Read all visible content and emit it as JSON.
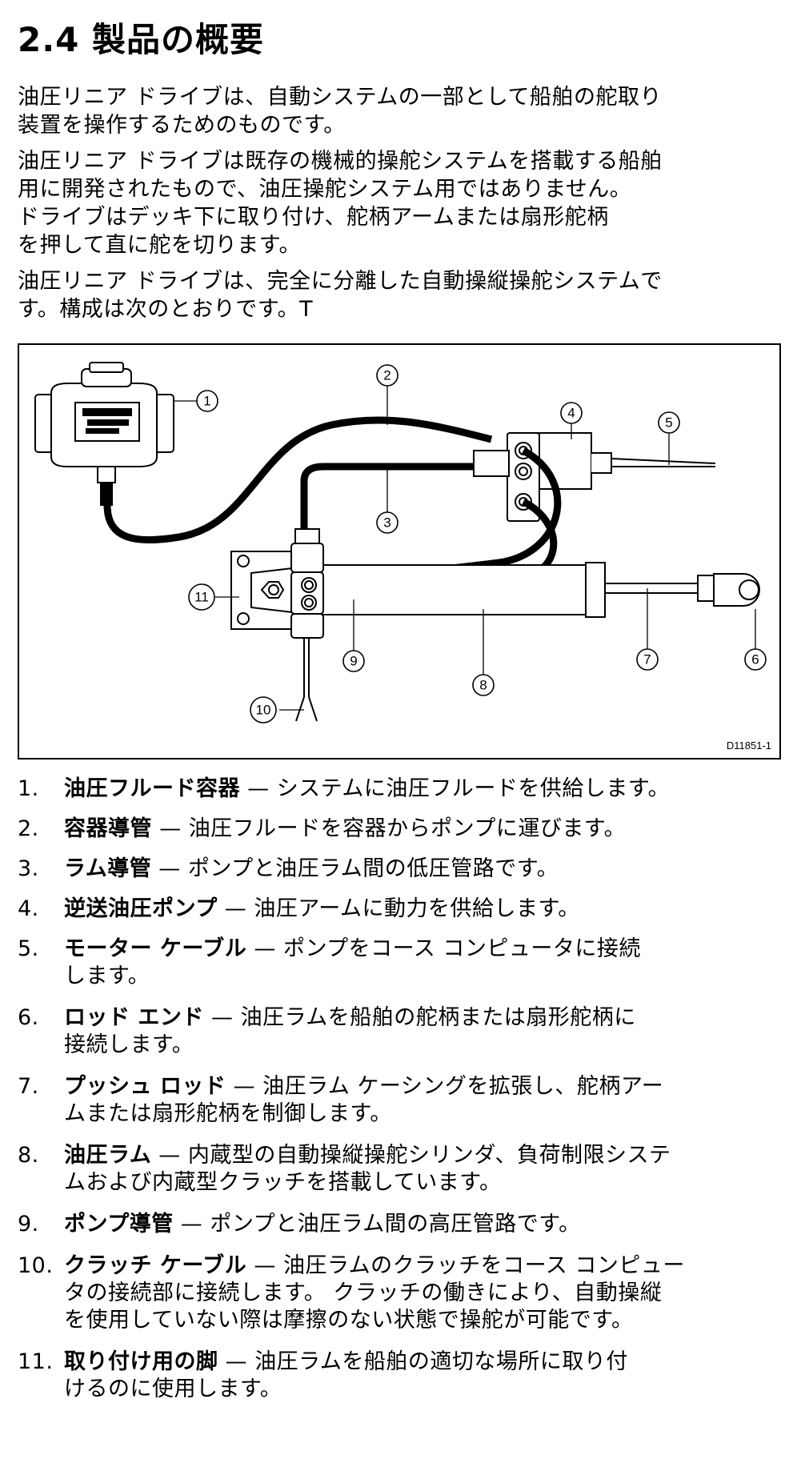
{
  "header": {
    "title": "2.4 製品の概要"
  },
  "intro": {
    "p1": "油圧リニア ドライブは、自動システムの一部として船舶の舵取り\n装置を操作するためのものです。",
    "p2": "油圧リニア ドライブは既存の機械的操舵システムを搭載する船舶\n用に開発されたもので、油圧操舵システム用ではありません。\nドライブはデッキ下に取り付け、舵柄アームまたは扇形舵柄\nを押して直に舵を切ります。",
    "p3": "油圧リニア ドライブは、完全に分離した自動操縦操舵システムで\nす。構成は次のとおりです。T"
  },
  "figure": {
    "code": "D11851-1",
    "callouts": [
      "1",
      "2",
      "3",
      "4",
      "5",
      "6",
      "7",
      "8",
      "9",
      "10",
      "11"
    ]
  },
  "items": [
    {
      "num": "1.",
      "term": "油圧フルード容器",
      "desc": "システムに油圧フルードを供給します。"
    },
    {
      "num": "2.",
      "term": "容器導管",
      "desc": "油圧フルードを容器からポンプに運びます。"
    },
    {
      "num": "3.",
      "term": "ラム導管",
      "desc": "ポンプと油圧ラム間の低圧管路です。"
    },
    {
      "num": "4.",
      "term": "逆送油圧ポンプ",
      "desc": "油圧アームに動力を供給します。"
    },
    {
      "num": "5.",
      "term": "モーター ケーブル",
      "desc": "ポンプをコース コンピュータに接続\nします。"
    },
    {
      "num": "6.",
      "term": "ロッド エンド",
      "desc": "油圧ラムを船舶の舵柄または扇形舵柄に\n接続します。"
    },
    {
      "num": "7.",
      "term": "プッシュ ロッド",
      "desc": "油圧ラム ケーシングを拡張し、舵柄アー\nムまたは扇形舵柄を制御します。"
    },
    {
      "num": "8.",
      "term": "油圧ラム",
      "desc": "内蔵型の自動操縦操舵シリンダ、負荷制限システ\nムおよび内蔵型クラッチを搭載しています。"
    },
    {
      "num": "9.",
      "term": "ポンプ導管",
      "desc": "ポンプと油圧ラム間の高圧管路です。"
    },
    {
      "num": "10.",
      "term": "クラッチ ケーブル",
      "desc": "油圧ラムのクラッチをコース コンピュー\nタの接続部に接続します。 クラッチの働きにより、自動操縦\nを使用していない際は摩擦のない状態で操舵が可能です。"
    },
    {
      "num": "11.",
      "term": "取り付け用の脚",
      "desc": "油圧ラムを船舶の適切な場所に取り付\nけるのに使用します。"
    }
  ],
  "separator": "—"
}
